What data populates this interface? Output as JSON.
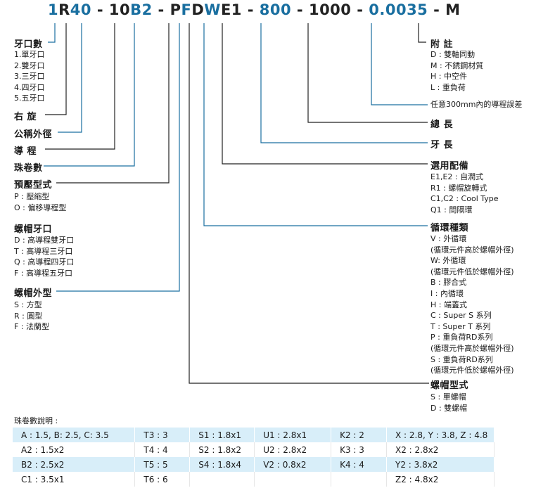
{
  "code_parts": [
    {
      "text": "1",
      "color": "blue"
    },
    {
      "text": "R",
      "color": "dark"
    },
    {
      "text": "40",
      "color": "blue"
    },
    {
      "text": " - ",
      "color": "dark"
    },
    {
      "text": "10",
      "color": "dark"
    },
    {
      "text": "B2",
      "color": "blue"
    },
    {
      "text": " - ",
      "color": "dark"
    },
    {
      "text": "P",
      "color": "dark"
    },
    {
      "text": "F",
      "color": "blue"
    },
    {
      "text": "D",
      "color": "dark"
    },
    {
      "text": "W",
      "color": "blue"
    },
    {
      "text": "E1",
      "color": "dark"
    },
    {
      "text": " - ",
      "color": "dark"
    },
    {
      "text": "800",
      "color": "blue"
    },
    {
      "text": " - ",
      "color": "dark"
    },
    {
      "text": "1000",
      "color": "dark"
    },
    {
      "text": " - ",
      "color": "dark"
    },
    {
      "text": "0.0035",
      "color": "blue"
    },
    {
      "text": " - ",
      "color": "dark"
    },
    {
      "text": "M",
      "color": "dark"
    }
  ],
  "left": {
    "threads": {
      "title": "牙口數",
      "items": [
        "1.單牙口",
        "2.雙牙口",
        "3.三牙口",
        "4.四牙口",
        "5.五牙口"
      ]
    },
    "right_hand": "右 旋",
    "nominal_od": "公稱外徑",
    "lead": "導 程",
    "turns": "珠卷數",
    "preload": {
      "title": "預壓型式",
      "items": [
        "P : 壓縮型",
        "O : 偏移導程型"
      ]
    },
    "nut_thread": {
      "title": "螺帽牙口",
      "items": [
        "D : 高導程雙牙口",
        "T : 高導程三牙口",
        "Q : 高導程四牙口",
        "F : 高導程五牙口"
      ]
    },
    "nut_shape": {
      "title": "螺帽外型",
      "items": [
        "S : 方型",
        "R : 圓型",
        "F : 法蘭型"
      ]
    }
  },
  "right": {
    "remarks": {
      "title": "附 註",
      "items": [
        "D : 雙軸同動",
        "M : 不銹鋼材質",
        "H : 中空件",
        "L : 重負荷"
      ]
    },
    "lead_error": "任意300mm內的導程誤差",
    "total_length": "總 長",
    "thread_length": "牙 長",
    "accessories": {
      "title": "選用配備",
      "items": [
        "E1,E2 : 自潤式",
        "R1 : 螺帽旋轉式",
        "C1,C2 : Cool Type",
        "Q1 : 間隔環"
      ]
    },
    "circulation": {
      "title": "循環種類",
      "items": [
        "V : 外循環",
        "(循環元件高於螺帽外徑)",
        "W: 外循環",
        "(循環元件低於螺帽外徑)",
        "B : 膠合式",
        "I : 內循環",
        "H : 端蓋式",
        "C : Super S 系列",
        "T : Super T 系列",
        "P : 重負荷RD系列",
        "(循環元件高於螺帽外徑)",
        "S : 重負荷RD系列",
        "(循環元件低於螺帽外徑)"
      ]
    },
    "nut_type": {
      "title": "螺帽型式",
      "items": [
        "S : 單螺帽",
        "D : 雙螺帽"
      ]
    }
  },
  "turns_note": "珠卷數說明 :",
  "turns_table": [
    [
      "A : 1.5, B: 2.5, C: 3.5",
      "T3 : 3",
      "S1 : 1.8x1",
      "U1 : 2.8x1",
      "K2 : 2",
      "X : 2.8, Y : 3.8, Z : 4.8"
    ],
    [
      "A2 : 1.5x2",
      "T4 : 4",
      "S2 : 1.8x2",
      "U2 : 2.8x2",
      "K3 : 3",
      "X2 : 2.8x2"
    ],
    [
      "B2 : 2.5x2",
      "T5 : 5",
      "S4 : 1.8x4",
      "V2 : 0.8x2",
      "K4 : 4",
      "Y2 : 3.8x2"
    ],
    [
      "C1 : 3.5x1",
      "T6 : 6",
      "",
      "",
      "",
      "Z2 : 4.8x2"
    ]
  ],
  "colors": {
    "accent": "#1a6fa0",
    "table_row": "#d8eef9"
  }
}
